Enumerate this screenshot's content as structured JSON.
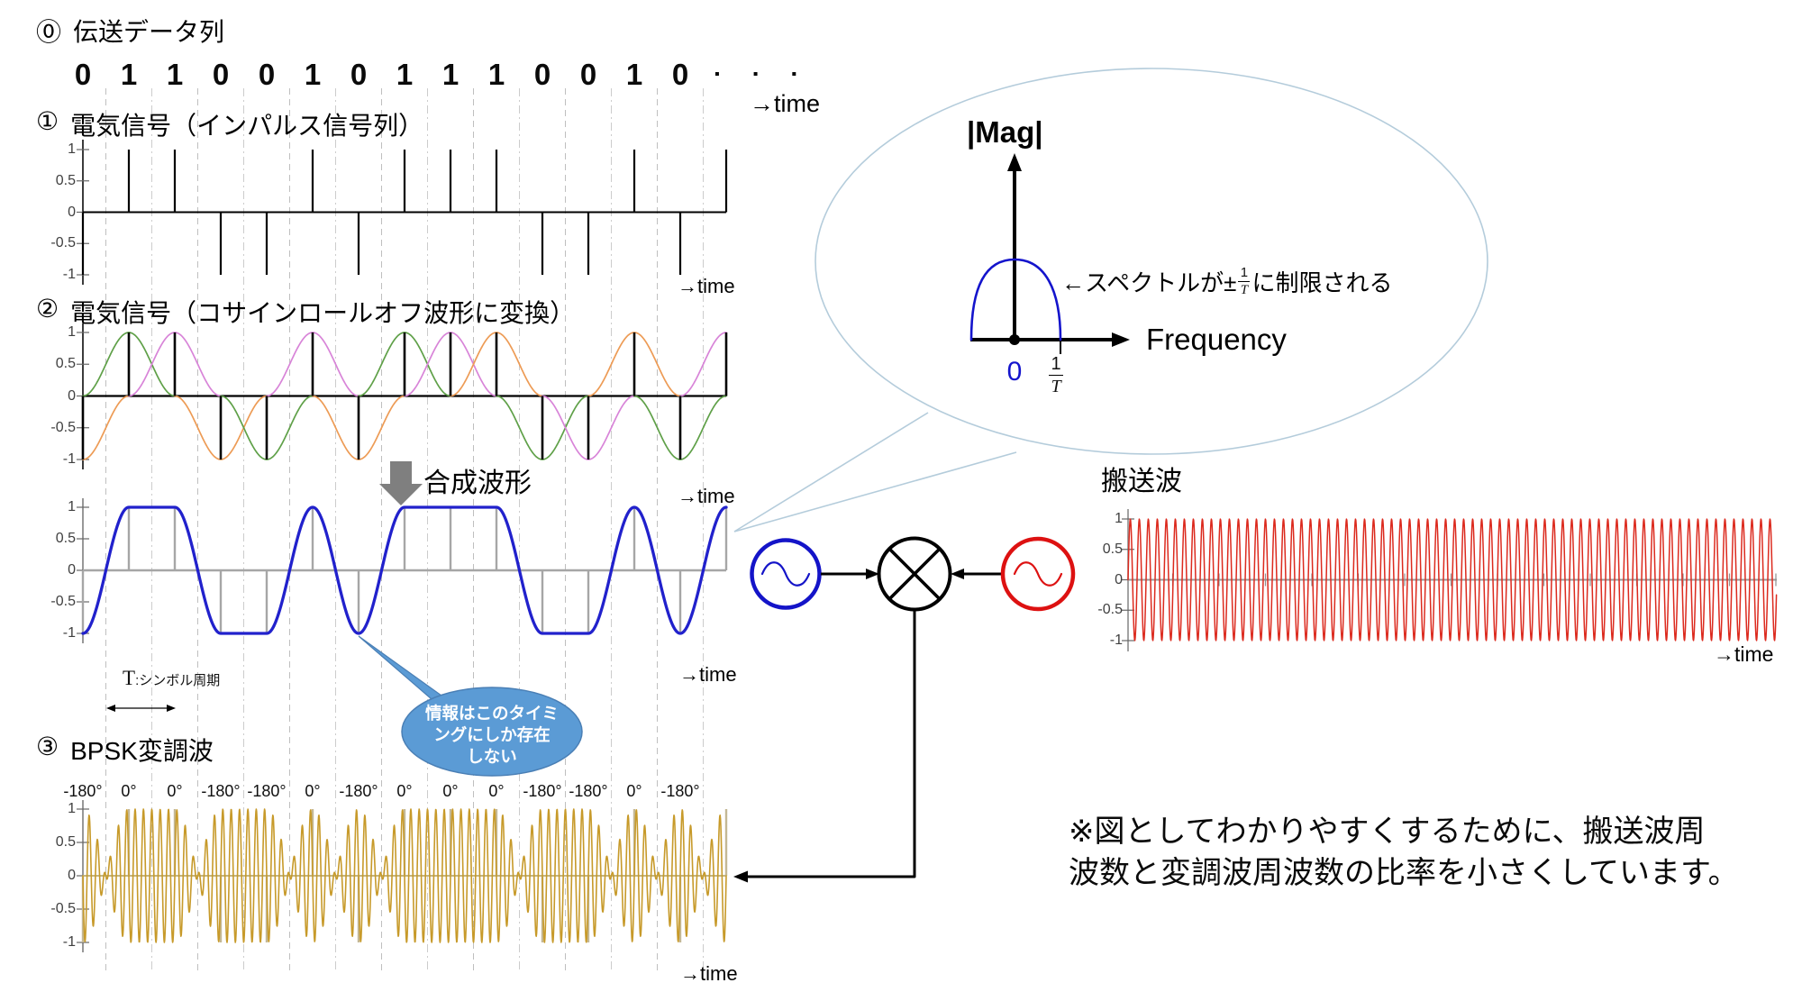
{
  "header": {
    "section0_label": "⓪",
    "section0_title": "伝送データ列",
    "bit_sequence": [
      "0",
      "1",
      "1",
      "0",
      "0",
      "1",
      "0",
      "1",
      "1",
      "1",
      "0",
      "0",
      "1",
      "0"
    ],
    "ellipsis": "▪▪▪",
    "time_label": "→time"
  },
  "charts": {
    "impulse": {
      "section_label": "①",
      "title": "電気信号（インパルス信号列）",
      "yticks": [
        "1",
        "0.5",
        "0",
        "-0.5",
        "-1"
      ],
      "xlabel": "→time"
    },
    "rolloff": {
      "section_label": "②",
      "title": "電気信号（コサインロールオフ波形に変換）",
      "yticks": [
        "1",
        "0.5",
        "0",
        "-0.5",
        "-1"
      ],
      "xlabel": "→time"
    },
    "composite": {
      "arrow_label": "合成波形",
      "symbol_period_symbol": "T",
      "symbol_period_desc": ":シンボル周期",
      "yticks": [
        "1",
        "0.5",
        "0",
        "-0.5",
        "-1"
      ],
      "xlabel": "→time",
      "callout_lines": [
        "情報はこのタイミ",
        "ングにしか存在",
        "しない"
      ]
    },
    "bpsk": {
      "section_label": "③",
      "title": "BPSK変調波",
      "yticks": [
        "1",
        "0.5",
        "0",
        "-0.5",
        "-1"
      ],
      "xlabel": "→time",
      "phase_labels": [
        "-180°",
        "0°",
        "0°",
        "-180°",
        "-180°",
        "0°",
        "-180°",
        "0°",
        "0°",
        "0°",
        "-180°",
        "-180°",
        "0°",
        "-180°"
      ]
    },
    "carrier": {
      "title": "搬送波",
      "yticks": [
        "1",
        "0.5",
        "0",
        "-0.5",
        "-1"
      ],
      "xlabel": "→time"
    }
  },
  "spectrum_callout": {
    "ylabel": "|Mag|",
    "xlabel": "Frequency",
    "origin_label": "0",
    "limit_tick_num": "1",
    "limit_tick_den": "T",
    "annotation_prefix": "←スペクトルが±",
    "annotation_frac_num": "1",
    "annotation_frac_den": "T",
    "annotation_suffix": "に制限される"
  },
  "footnote": {
    "line1": "※図としてわかりやすくするために、搬送波周",
    "line2": "波数と変調波周波数の比率を小さくしています。"
  },
  "chart_data": [
    {
      "id": "impulse-train",
      "type": "stem",
      "bits": "01100101110010",
      "symbols": [
        -1,
        1,
        1,
        -1,
        -1,
        1,
        -1,
        1,
        1,
        1,
        -1,
        -1,
        1,
        -1,
        1
      ],
      "mapping": "bit 0 → -1, bit 1 → +1, one impulse per symbol period T (15th impulse continues the ellipsis)",
      "ylim": [
        -1,
        1
      ],
      "yticks": [
        1,
        0.5,
        0,
        -0.5,
        -1
      ],
      "xlabel": "→time"
    },
    {
      "id": "cosine-rolloff-pulses",
      "type": "line",
      "symbols": [
        -1,
        1,
        1,
        -1,
        -1,
        1,
        -1,
        1,
        1,
        1,
        -1,
        -1,
        1,
        -1,
        1
      ],
      "pulse_shape": "raised cosine 0.5*(1+cos(pi*t/T)) spanning ±T around each symbol, peak ±1",
      "pulse_color_cycle": [
        "#ED9B55",
        "#5FA048",
        "#D884D8"
      ],
      "ylim": [
        -1,
        1
      ],
      "yticks": [
        1,
        0.5,
        0,
        -0.5,
        -1
      ],
      "xlabel": "→time"
    },
    {
      "id": "composite-waveform",
      "type": "line",
      "symbols": [
        -1,
        1,
        1,
        -1,
        -1,
        1,
        -1,
        1,
        1,
        1,
        -1,
        -1,
        1,
        -1,
        1
      ],
      "curve": "sum of raised-cosine pulses: flat at ±1 between equal consecutive symbols, half-cosine transition between opposite symbols",
      "color": "#2121CC",
      "sample_stem_color": "#A6A6A6",
      "ylim": [
        -1,
        1
      ],
      "yticks": [
        1,
        0.5,
        0,
        -0.5,
        -1
      ],
      "xlabel": "→time"
    },
    {
      "id": "bpsk-modulated-wave",
      "type": "line",
      "symbols": [
        -1,
        1,
        1,
        -1,
        -1,
        1,
        -1,
        1,
        1,
        1,
        -1,
        -1,
        1,
        -1,
        1
      ],
      "equation": "composite(t) × sin(2π·fc·t)",
      "carrier_cycles_per_symbol": 5.5,
      "phases_deg": [
        -180,
        0,
        0,
        -180,
        -180,
        0,
        -180,
        0,
        0,
        0,
        -180,
        -180,
        0,
        -180
      ],
      "color": "#C79A2A",
      "sample_stem_color": "#C4B895",
      "ylim": [
        -1,
        1
      ],
      "yticks": [
        1,
        0.5,
        0,
        -0.5,
        -1
      ],
      "xlabel": "→time"
    },
    {
      "id": "carrier-wave",
      "type": "line",
      "equation": "sin(2π·fc·t)",
      "cycles_total": 72,
      "symbol_ticks": 14,
      "color": "#DC2A1E",
      "ylim": [
        -1,
        1
      ],
      "yticks": [
        1,
        0.5,
        0,
        -0.5,
        -1
      ],
      "xlabel": "→time"
    }
  ],
  "colors": {
    "pulse_orange": "#ED9B55",
    "pulse_green": "#5FA048",
    "pulse_violet": "#D884D8",
    "composite_blue": "#2121CC",
    "bpsk_gold": "#C79A2A",
    "carrier_red": "#DC2A1E",
    "gray_stem": "#A6A6A6",
    "gridline": "#BFBFBF",
    "info_bubble_fill": "#5B9BD5",
    "info_bubble_stroke": "#4A7FB5",
    "spectrum_outline": "#B4CCDB",
    "spectrum_curve_blue": "#1414CC",
    "block_arrow_gray": "#7F7F7F",
    "oscillator_blue": "#1414C8",
    "oscillator_red": "#DD1111"
  }
}
